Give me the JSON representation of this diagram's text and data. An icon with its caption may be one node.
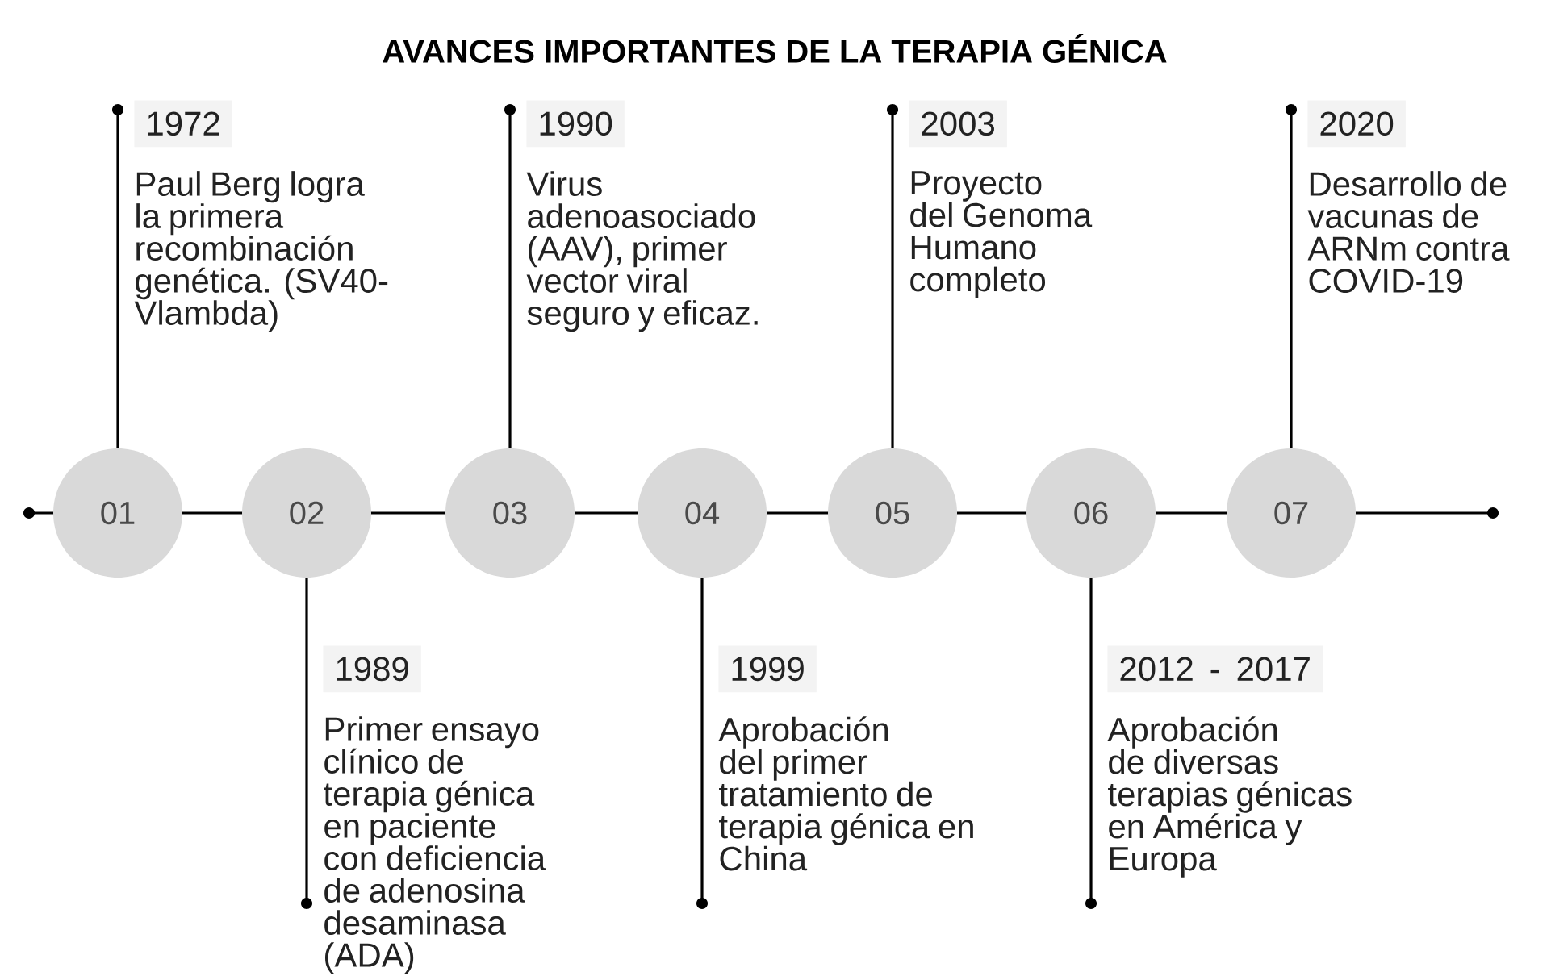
{
  "diagram": {
    "title": "AVANCES IMPORTANTES DE LA TERAPIA GÉNICA",
    "nodes": [
      {
        "text": [
          "01"
        ]
      },
      {
        "text": [
          "02"
        ]
      },
      {
        "text": [
          "03"
        ]
      },
      {
        "text": [
          "04"
        ]
      },
      {
        "text": [
          "05"
        ]
      },
      {
        "text": [
          "06"
        ]
      },
      {
        "text": [
          "07"
        ]
      },
      {
        "text": [
          "1972",
          "Paul Berg logra la primera recombinación genética. (SV40-Vlambda)"
        ]
      },
      {
        "text": [
          "1989",
          "Primer ensayo clínico de terapia génica en paciente con deficiencia de adenosina desaminasa (ADA)"
        ]
      },
      {
        "text": [
          "1990",
          "Virus adenoasociado (AAV), primer vector viral seguro y eficaz."
        ]
      },
      {
        "text": [
          "1999",
          "Aprobación del primer tratamiento de terapia génica en China"
        ]
      },
      {
        "text": [
          "2003",
          "Proyecto del Genoma Humano completo"
        ]
      },
      {
        "text": [
          "2012 - 2017",
          "Aprobación de diversas terapias génicas en América y Europa"
        ]
      },
      {
        "text": [
          "2020",
          "Desarrollo de vacunas de ARNm contra COVID-19"
        ]
      }
    ],
    "edges": [
      {
        "from": 0,
        "to": null,
        "arrow": "other"
      },
      {
        "from": 0,
        "to": 1,
        "arrow": "none"
      },
      {
        "from": 1,
        "to": 2,
        "arrow": "none"
      },
      {
        "from": 2,
        "to": 3,
        "arrow": "none"
      },
      {
        "from": 3,
        "to": 4,
        "arrow": "none"
      },
      {
        "from": 4,
        "to": 5,
        "arrow": "none"
      },
      {
        "from": 5,
        "to": 6,
        "arrow": "none"
      },
      {
        "from": 6,
        "to": null,
        "arrow": "other"
      },
      {
        "from": 0,
        "to": 7,
        "arrow": "other"
      },
      {
        "from": 1,
        "to": 8,
        "arrow": "other"
      },
      {
        "from": 2,
        "to": 9,
        "arrow": "other"
      },
      {
        "from": 3,
        "to": 10,
        "arrow": "other"
      },
      {
        "from": 4,
        "to": 11,
        "arrow": "other"
      },
      {
        "from": 5,
        "to": 12,
        "arrow": "other"
      },
      {
        "from": 6,
        "to": 13,
        "arrow": "other"
      }
    ]
  }
}
